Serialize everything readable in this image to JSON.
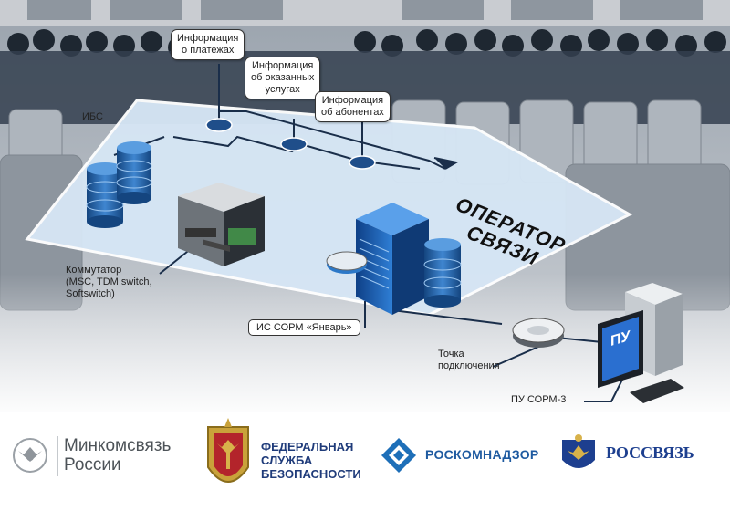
{
  "callouts": {
    "payments": "Информация\nо платежах",
    "services": "Информация\nоб оказанных\nуслугах",
    "subscribers": "Информация\nоб абонентах"
  },
  "labels": {
    "isbs": "ИБС",
    "switch": "Коммутатор\n(MSC, TDM switch,\nSoftswitch)",
    "connection_point": "Точка\nподключения",
    "pu_sorm": "ПУ СОРМ-3",
    "is_sorm": "ИС СОРМ «Январь»",
    "operator": "ОПЕРАТОР\nСВЯЗИ",
    "monitor_screen": "ПУ"
  },
  "logos": {
    "minkomsvyaz": "Минкомсвязь\nРоссии",
    "fsb": "ФЕДЕРАЛЬНАЯ\nСЛУЖБА\nБЕЗОПАСНОСТИ",
    "roskomnadzor": "РОСКОМНАДЗОР",
    "rossvyaz": "РОССВЯЗЬ"
  },
  "colors": {
    "platform": "#d6e6f5",
    "line": "#1a2e4a",
    "server_blue": "#1f5fb0",
    "rkn_blue": "#1e6fb8",
    "rossvyaz_blue": "#1d3f8f"
  }
}
